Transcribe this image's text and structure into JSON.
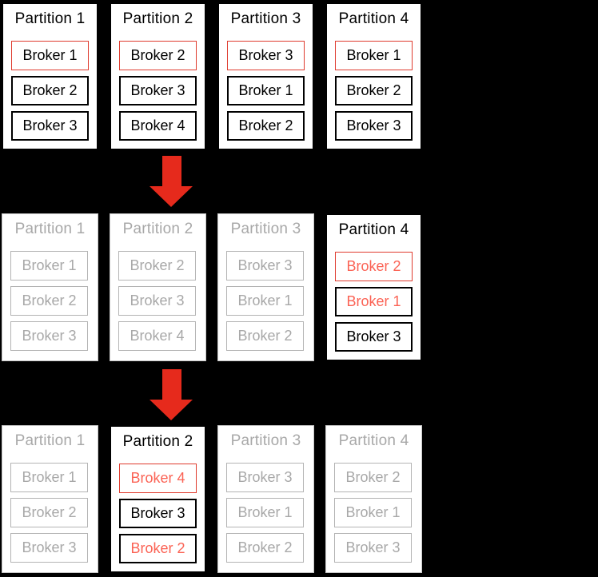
{
  "colors": {
    "background": "#000000",
    "box_background": "#ffffff",
    "active_border": "#000000",
    "active_text": "#000000",
    "inactive_border": "#b4b4b4",
    "inactive_text": "#a8a8a8",
    "leader_border": "#df3b2e",
    "highlight_text": "#fb6355",
    "arrow": "#e62a1c"
  },
  "arrows": [
    {
      "icon": "down-arrow"
    },
    {
      "icon": "down-arrow"
    }
  ],
  "rows": [
    {
      "partitions": [
        {
          "title": "Partition 1",
          "state": "active",
          "brokers": [
            {
              "label": "Broker 1",
              "variant": "leader"
            },
            {
              "label": "Broker 2",
              "variant": "normal"
            },
            {
              "label": "Broker 3",
              "variant": "normal"
            }
          ]
        },
        {
          "title": "Partition 2",
          "state": "active",
          "brokers": [
            {
              "label": "Broker 2",
              "variant": "leader"
            },
            {
              "label": "Broker 3",
              "variant": "normal"
            },
            {
              "label": "Broker 4",
              "variant": "normal"
            }
          ]
        },
        {
          "title": "Partition 3",
          "state": "active",
          "brokers": [
            {
              "label": "Broker 3",
              "variant": "leader"
            },
            {
              "label": "Broker 1",
              "variant": "normal"
            },
            {
              "label": "Broker 2",
              "variant": "normal"
            }
          ]
        },
        {
          "title": "Partition 4",
          "state": "active",
          "brokers": [
            {
              "label": "Broker 1",
              "variant": "leader"
            },
            {
              "label": "Broker 2",
              "variant": "normal"
            },
            {
              "label": "Broker 3",
              "variant": "normal"
            }
          ]
        }
      ]
    },
    {
      "partitions": [
        {
          "title": "Partition 1",
          "state": "inactive",
          "brokers": [
            {
              "label": "Broker 1",
              "variant": "inactive"
            },
            {
              "label": "Broker 2",
              "variant": "inactive"
            },
            {
              "label": "Broker 3",
              "variant": "inactive"
            }
          ]
        },
        {
          "title": "Partition 2",
          "state": "inactive",
          "brokers": [
            {
              "label": "Broker 2",
              "variant": "inactive"
            },
            {
              "label": "Broker 3",
              "variant": "inactive"
            },
            {
              "label": "Broker 4",
              "variant": "inactive"
            }
          ]
        },
        {
          "title": "Partition 3",
          "state": "inactive",
          "brokers": [
            {
              "label": "Broker 3",
              "variant": "inactive"
            },
            {
              "label": "Broker 1",
              "variant": "inactive"
            },
            {
              "label": "Broker 2",
              "variant": "inactive"
            }
          ]
        },
        {
          "title": "Partition 4",
          "state": "active",
          "brokers": [
            {
              "label": "Broker 2",
              "variant": "leader-red"
            },
            {
              "label": "Broker 1",
              "variant": "red-text"
            },
            {
              "label": "Broker 3",
              "variant": "normal"
            }
          ]
        }
      ]
    },
    {
      "partitions": [
        {
          "title": "Partition 1",
          "state": "inactive",
          "brokers": [
            {
              "label": "Broker 1",
              "variant": "inactive"
            },
            {
              "label": "Broker 2",
              "variant": "inactive"
            },
            {
              "label": "Broker 3",
              "variant": "inactive"
            }
          ]
        },
        {
          "title": "Partition 2",
          "state": "active",
          "brokers": [
            {
              "label": "Broker 4",
              "variant": "leader-red"
            },
            {
              "label": "Broker 3",
              "variant": "normal"
            },
            {
              "label": "Broker 2",
              "variant": "red-text"
            }
          ]
        },
        {
          "title": "Partition 3",
          "state": "inactive",
          "brokers": [
            {
              "label": "Broker 3",
              "variant": "inactive"
            },
            {
              "label": "Broker 1",
              "variant": "inactive"
            },
            {
              "label": "Broker 2",
              "variant": "inactive"
            }
          ]
        },
        {
          "title": "Partition 4",
          "state": "inactive",
          "brokers": [
            {
              "label": "Broker 2",
              "variant": "inactive"
            },
            {
              "label": "Broker 1",
              "variant": "inactive"
            },
            {
              "label": "Broker 3",
              "variant": "inactive"
            }
          ]
        }
      ]
    }
  ]
}
